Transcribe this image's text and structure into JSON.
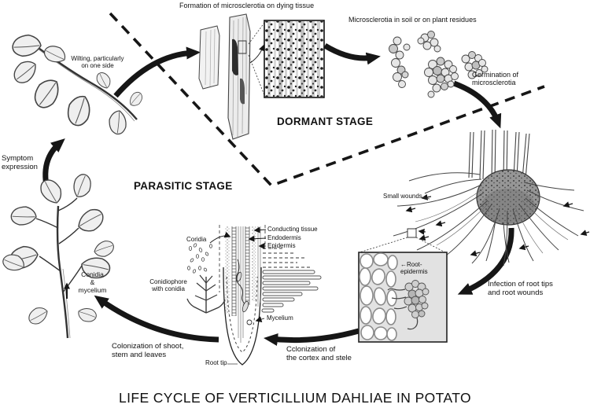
{
  "title": "LIFE CYCLE OF VERTICILLIUM DAHLIAE IN POTATO",
  "stages": {
    "dormant": "DORMANT STAGE",
    "parasitic": "PARASITIC STAGE"
  },
  "labels": {
    "formation": "Formation of microsclerotia on dying tissue",
    "soil": "Microsclerotia in soil or on plant residues",
    "germination": "Germination of\nmicrosclerotia",
    "wilting": "Wilting, particularly\non one side",
    "symptom": "Symptom\nexpression",
    "conidia_mycelium": "Conidia\n&\nmycelium",
    "coridia": "Coridia",
    "conidiophore": "Conidiophore\nwith conidia",
    "conducting_tissue": "Conducting tissue",
    "endodermis": "Endodermis",
    "epidermis": "Epidermis",
    "mycelium": "Mycelium",
    "root_tip": "Root tip",
    "colonization_shoot": "Colonization of shoot,\nstem and leaves",
    "colonization_cortex": "Cclonization of\nthe cortex and stele",
    "small_wounds": "Small wounds",
    "root_epidermis": "←Root-\nepidermis",
    "infection": "Infection of root tips\nand root wounds"
  },
  "colors": {
    "ink": "#161616",
    "leaf_fill": "#efefef",
    "inset_bg": "#e2e2e2",
    "tuber": "#969696"
  }
}
